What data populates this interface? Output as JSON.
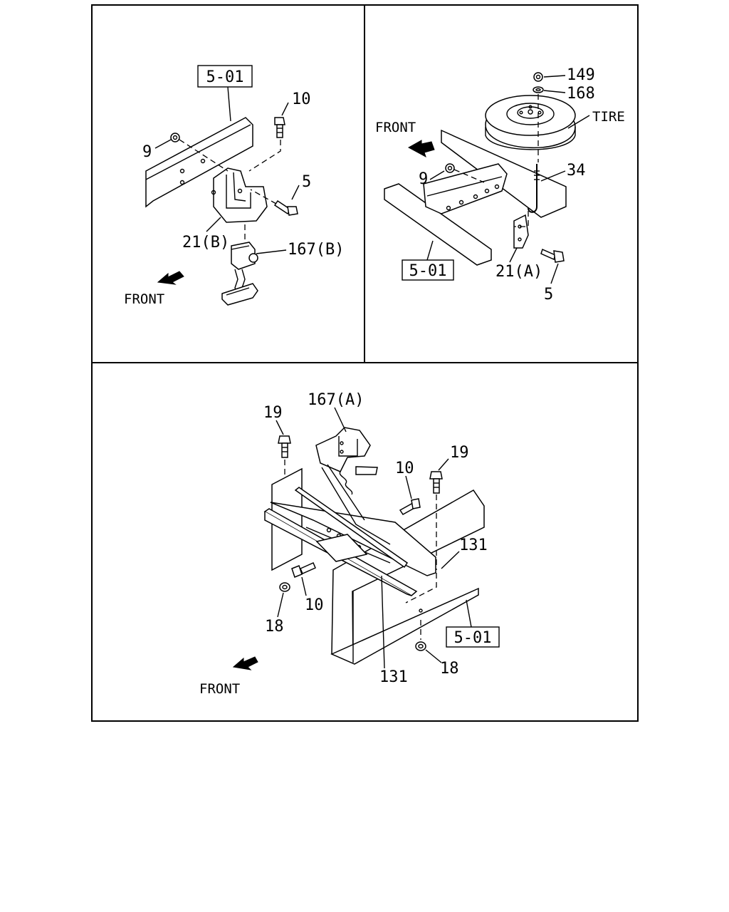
{
  "panels": {
    "top_left": {
      "ref_box": "5-01",
      "labels": {
        "p10": "10",
        "p9": "9",
        "p5": "5",
        "p21b": "21(B)",
        "p167b": "167(B)"
      },
      "front": "FRONT"
    },
    "top_right": {
      "labels": {
        "p149": "149",
        "p168": "168",
        "tire": "TIRE",
        "p9": "9",
        "p34": "34",
        "p21a": "21(A)",
        "p5": "5"
      },
      "ref_box": "5-01",
      "front": "FRONT"
    },
    "bottom": {
      "labels": {
        "p167a": "167(A)",
        "p19_left": "19",
        "p19_right": "19",
        "p10_upper": "10",
        "p131_right": "131",
        "p10_lower": "10",
        "p18_left": "18",
        "p131_bottom": "131",
        "p18_right": "18"
      },
      "ref_box": "5-01",
      "front": "FRONT"
    }
  }
}
